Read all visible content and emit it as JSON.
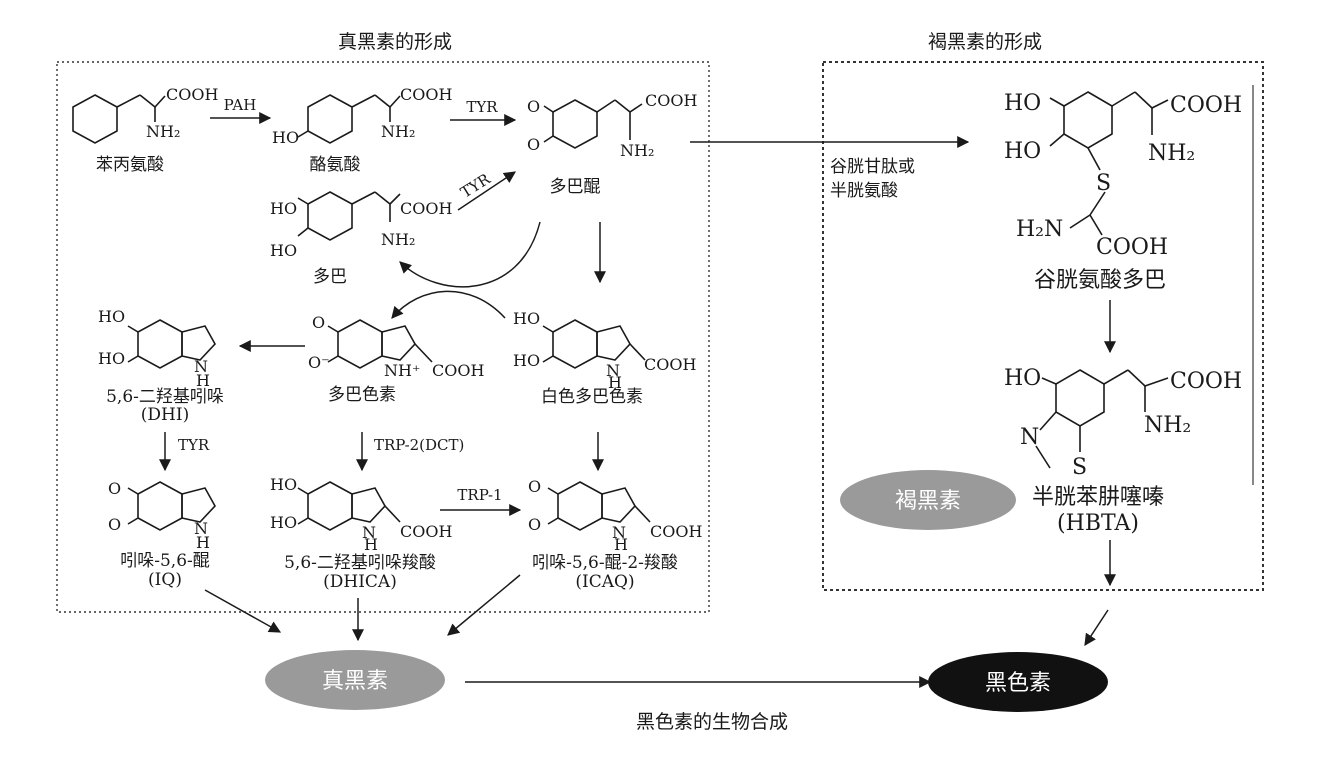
{
  "titles": {
    "eumelanin_section": "真黑素的形成",
    "pheomelanin_section": "褐黑素的形成",
    "caption": "黑色素的生物合成"
  },
  "compounds": {
    "phenylalanine": "苯丙氨酸",
    "tyrosine": "酪氨酸",
    "dopaquinone": "多巴醌",
    "dopa": "多巴",
    "dopachrome": "多巴色素",
    "leucodopachrome": "白色多巴色素",
    "dhi_name": "5,6-二羟基吲哚",
    "dhi_abbr": "(DHI)",
    "iq_name": "吲哚-5,6-醌",
    "iq_abbr": "(IQ)",
    "dhica_name": "5,6-二羟基吲哚羧酸",
    "dhica_abbr": "(DHICA)",
    "icaq_name": "吲哚-5,6-醌-2-羧酸",
    "icaq_abbr": "(ICAQ)",
    "glutathionyldopa": "谷胱氨酸多巴",
    "hbta_name": "半胱苯肼噻嗪",
    "hbta_abbr": "(HBTA)"
  },
  "enzymes": {
    "pah": "PAH",
    "tyr1": "TYR",
    "tyr2": "TYR",
    "tyr3": "TYR",
    "trp2": "TRP-2(DCT)",
    "trp1": "TRP-1"
  },
  "reagent": {
    "line1": "谷胱甘肽或",
    "line2": "半胱氨酸"
  },
  "products": {
    "eumelanin": "真黑素",
    "pheomelanin": "褐黑素",
    "melanin": "黑色素"
  },
  "atoms": {
    "cooh": "COOH",
    "nh2": "NH₂",
    "ho": "HO",
    "o": "O",
    "h": "H",
    "n": "N",
    "s": "S",
    "h2n": "H₂N",
    "nh_plus": "NH⁺",
    "o_minus": "O⁻"
  },
  "colors": {
    "ellipse_grey": "#9a9a9a",
    "ellipse_black": "#111111"
  }
}
